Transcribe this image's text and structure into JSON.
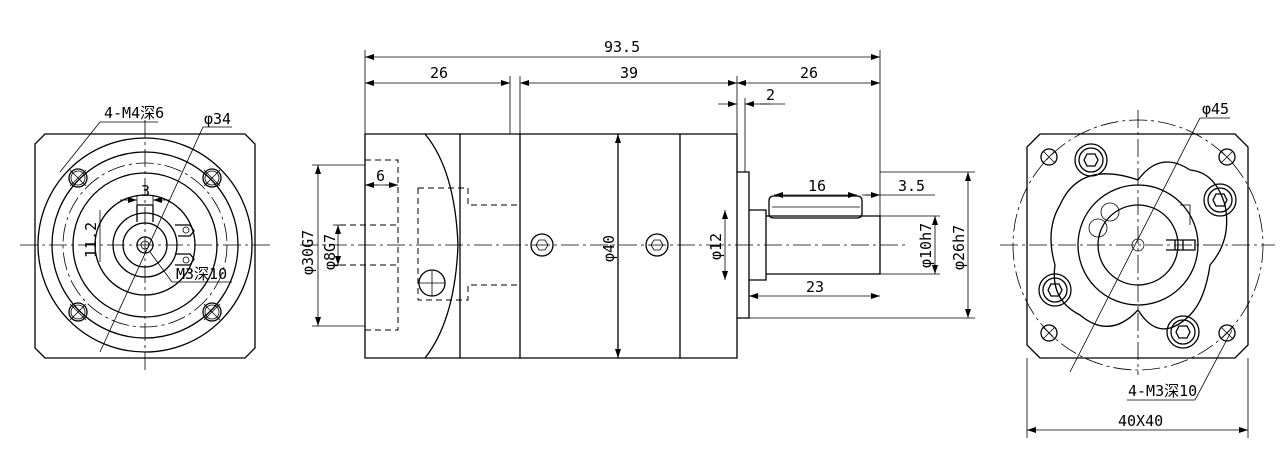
{
  "front_view": {
    "hole_note": "4-M4深6",
    "pcd": "φ34",
    "key_width": "3",
    "shaft_height": "11.2",
    "tap_note": "M3深10"
  },
  "side_view": {
    "overall_length": "93.5",
    "len_left": "26",
    "len_mid": "39",
    "len_right": "26",
    "flange_thk": "2",
    "key_length": "16",
    "key_offset": "3.5",
    "shaft_length": "23",
    "bore_depth": "6",
    "input_dia": "φ30G7",
    "bore_dia": "φ8G7",
    "body_dia": "φ40",
    "spigot_dia": "φ12",
    "shaft_dia": "φ10h7",
    "pilot_dia": "φ26h7"
  },
  "rear_view": {
    "pcd": "φ45",
    "hole_note": "4-M3深10",
    "square": "40X40"
  }
}
